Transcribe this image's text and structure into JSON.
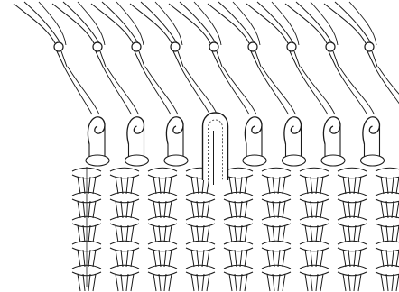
{
  "figure": {
    "subject": "knitting-machine-latch-needles-over-knitted-fabric",
    "colors": {
      "background": "#ffffff",
      "ink": "#1a1a1a",
      "yarn_highlight": "#555555"
    },
    "needles": {
      "count": 9,
      "highlighted_index": 3
    },
    "fabric": {
      "stitch_rows": 5,
      "stitch_columns": 9
    },
    "icons": [
      "latch-needle-icon",
      "yarn-loop-icon",
      "knit-stitch-icon"
    ]
  }
}
